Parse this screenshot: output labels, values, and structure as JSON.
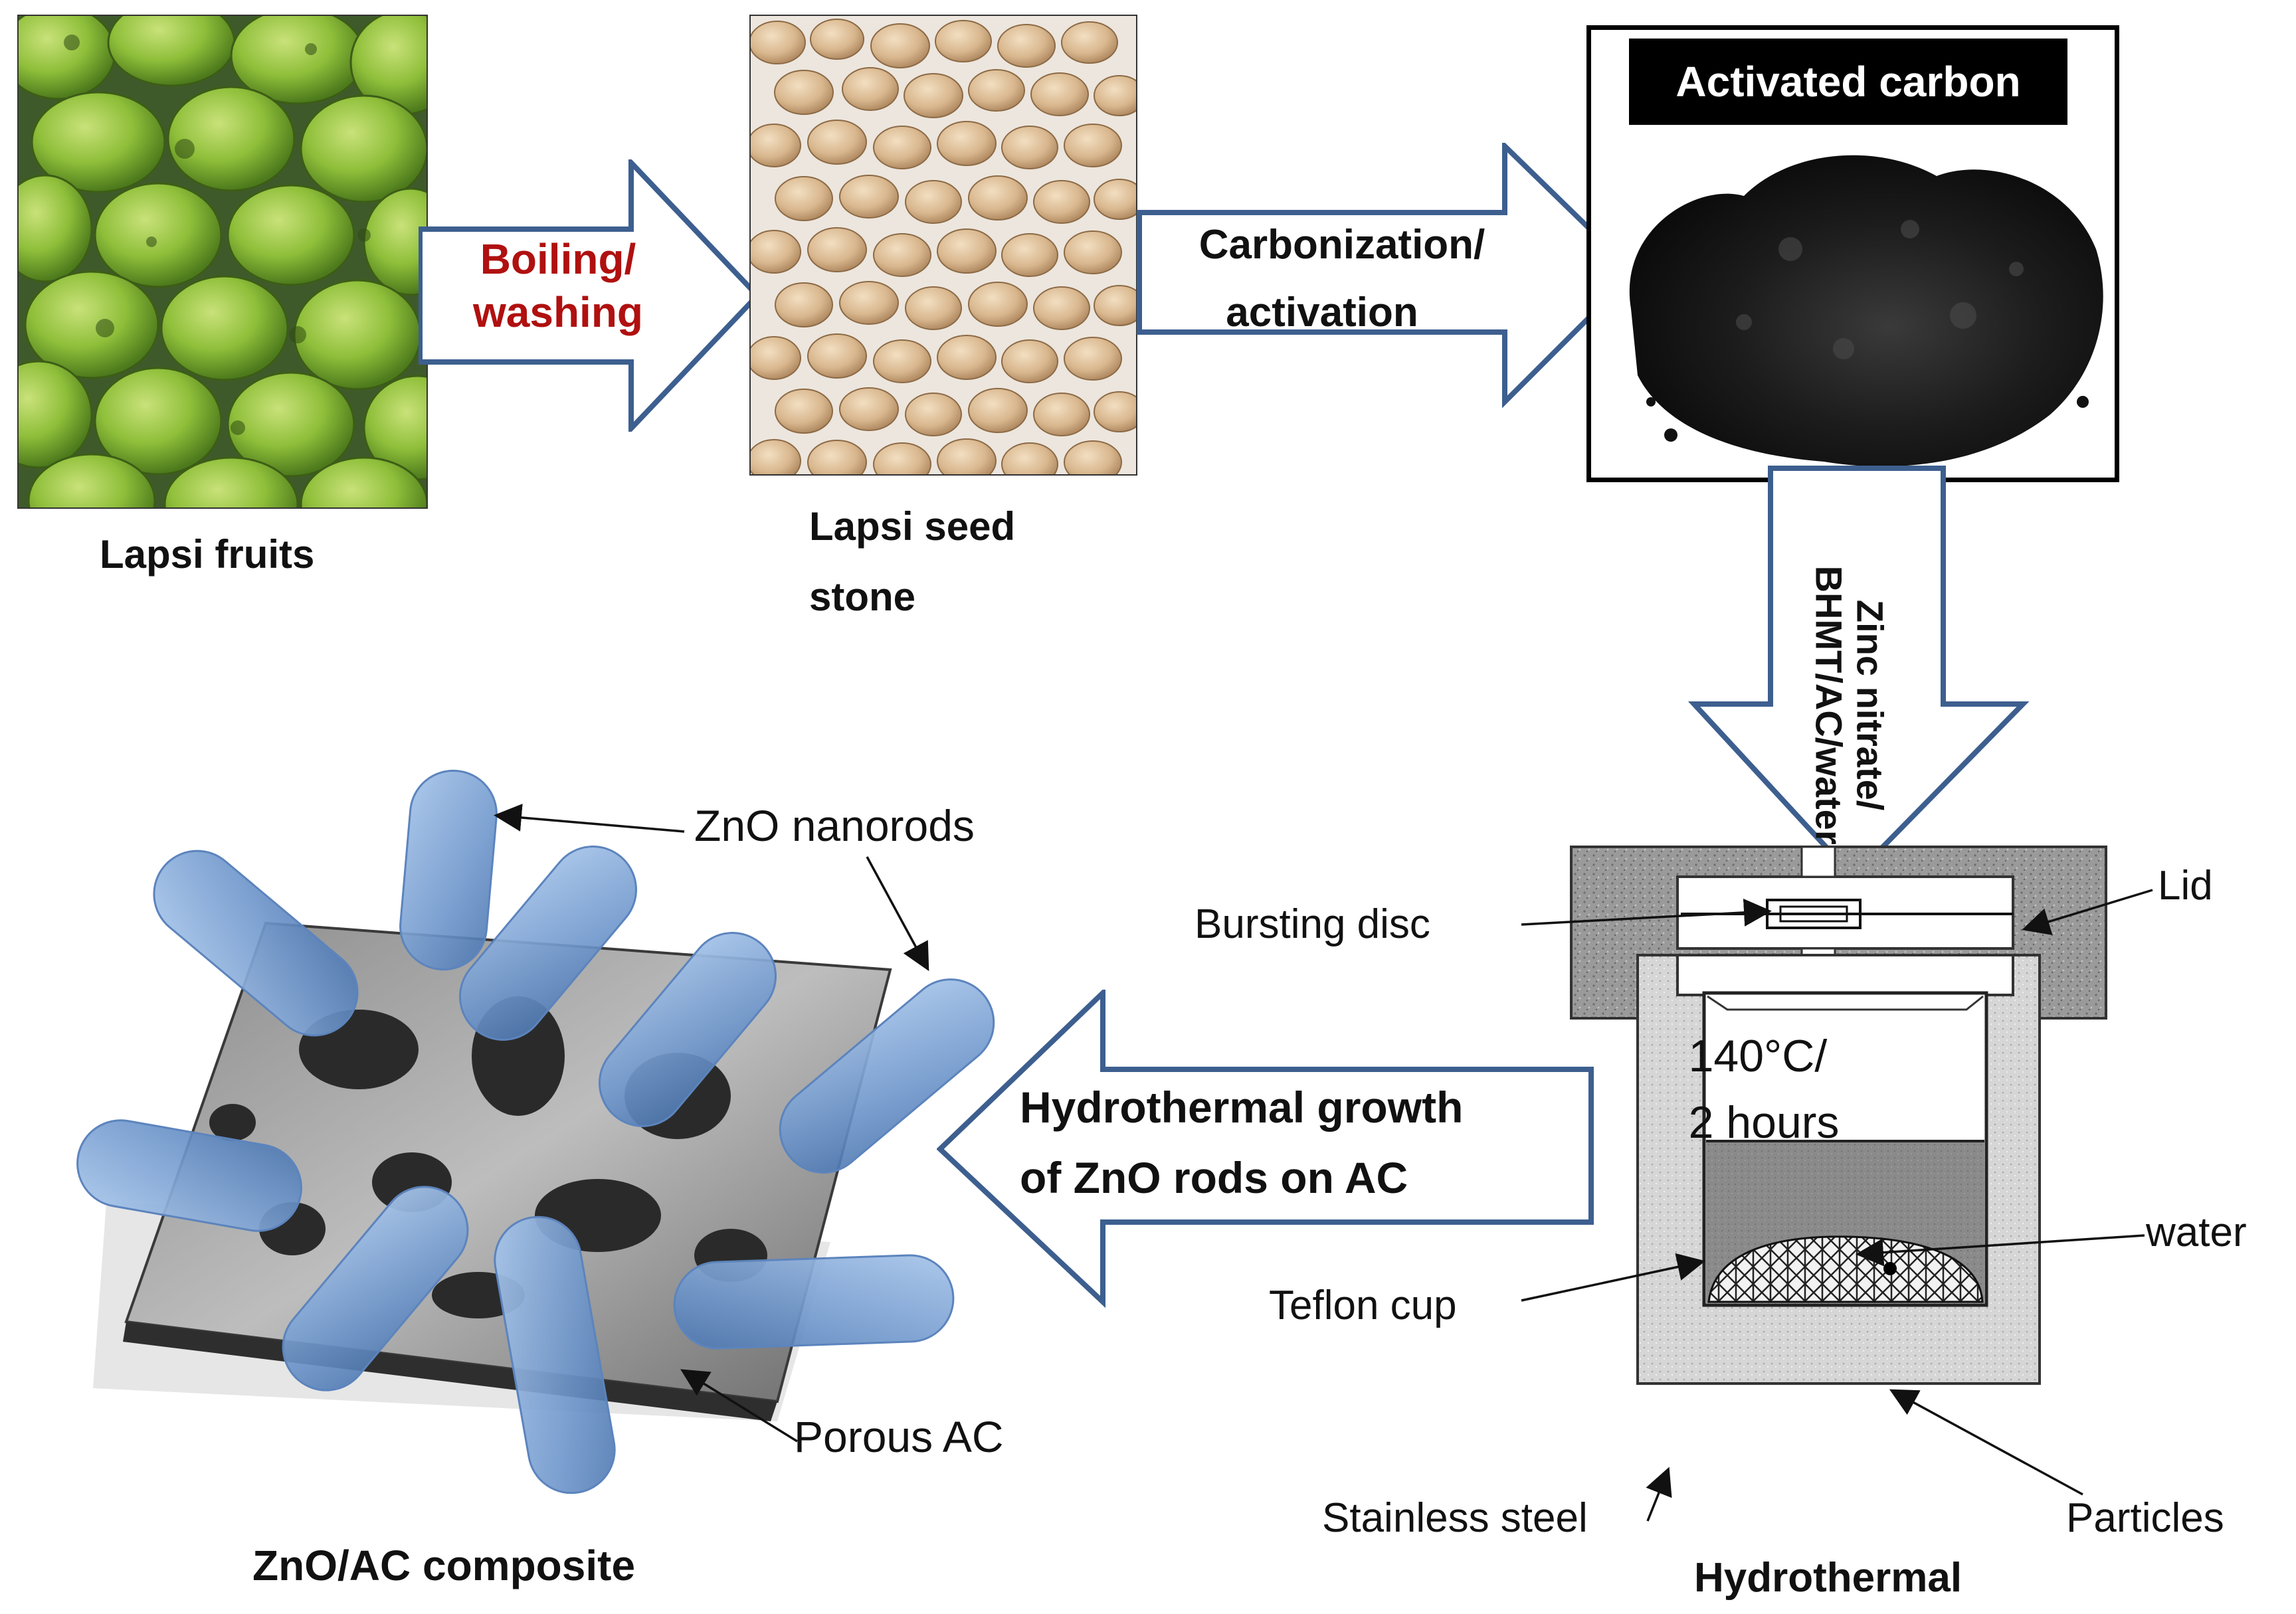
{
  "steps": {
    "fruits_label": "Lapsi fruits",
    "seed_label_line1": "Lapsi seed",
    "seed_label_line2": "stone",
    "carbon_banner": "Activated carbon",
    "composite_label": "ZnO/AC composite",
    "hydrothermal_label": "Hydrothermal"
  },
  "arrows": {
    "boil_line1": "Boiling/",
    "boil_line2": "washing",
    "carbon_line1": "Carbonization/",
    "carbon_line2": "activation",
    "zinc_line1": "Zinc nitrate/",
    "zinc_line2": "BHMT/AC/water",
    "growth_line1": "Hydrothermal growth",
    "growth_line2": "of ZnO rods on AC"
  },
  "autoclave": {
    "lid": "Lid",
    "bursting_disc": "Bursting disc",
    "condition_line1": "140°C/",
    "condition_line2": "2 hours",
    "water": "water",
    "teflon_cup": "Teflon cup",
    "stainless_steel": "Stainless steel",
    "particles": "Particles"
  },
  "composite": {
    "nanorods": "ZnO nanorods",
    "porous_ac": "Porous AC"
  },
  "colors": {
    "arrow_outline": "#3d5f8f",
    "red_text": "#b01010",
    "rod_fill": "#7fa6d6",
    "banner_bg": "#000000"
  }
}
